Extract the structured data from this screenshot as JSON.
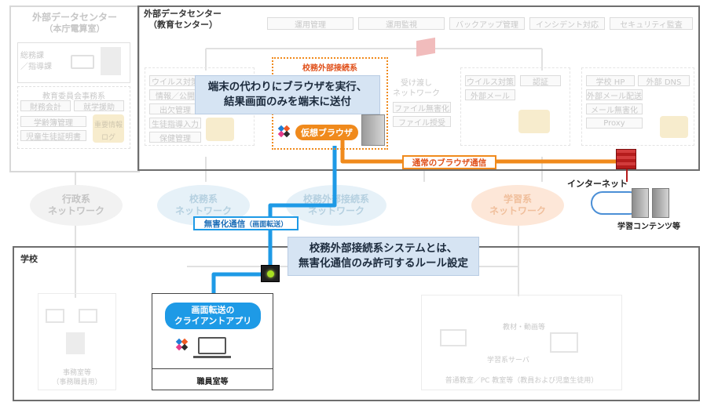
{
  "regions": {
    "main_dc": {
      "title": "外部データセンター",
      "subtitle": "（教育センター）"
    },
    "left_dc": {
      "title": "外部データセンター",
      "subtitle": "（本庁電算室）",
      "labels": [
        "総務課",
        "／指導課"
      ],
      "section_title": "教育委員会事務系",
      "boxes": [
        "財務会計",
        "就学援助",
        "学齢簿管理",
        "児童生徒証明書"
      ],
      "data_label": "重要情報",
      "log_label": "ログ"
    },
    "school": {
      "title": "学校"
    }
  },
  "header_items": [
    "運用管理",
    "運用監視",
    "バックアップ管理",
    "インシデント対応",
    "セキュリティ監査"
  ],
  "faded_boxes": {
    "admin": [
      "ウイルス対策",
      "情報／公開",
      "出欠管理",
      "生徒指導入力",
      "保健管理"
    ],
    "relay": [
      "ファイル無害化",
      "ファイル授受"
    ],
    "learning": [
      "ウイルス対策",
      "認証",
      "外部メール"
    ],
    "internet": [
      "学校 HP",
      "外部 DNS",
      "外部メール配送",
      "メール無害化",
      "Proxy"
    ]
  },
  "faded_labels": {
    "relay_net": "受け渡し\nネットワーク",
    "data": "重要情報",
    "log": "ログ"
  },
  "networks": [
    {
      "label": "行政系\nネットワーク",
      "color": "#bdbdbd"
    },
    {
      "label": "校務系\nネットワーク",
      "color": "#bcd8e8"
    },
    {
      "label": "校務外部接続系\nネットワーク",
      "color": "#bcd8e8"
    },
    {
      "label": "学習系\nネットワーク",
      "color": "#f6c7a4"
    }
  ],
  "highlight": {
    "system_label": "校務外部接続系",
    "virtual_browser": "仮想ブラウザ",
    "callout_top": "端末の代わりにブラウザを実行、\n結果画面のみを端末に送付",
    "callout_bottom": "校務外部接続系システムとは、\n無害化通信のみ許可するルール設定",
    "normal_traffic": "通常のブラウザ通信",
    "sanitized_traffic": "無害化通信",
    "sanitized_note": "（画面転送）",
    "internet": "インターネット",
    "learning_content": "学習コンテンツ等",
    "client_app": "画面転送の\nクライアントアプリ",
    "staff_room": "職員室等"
  },
  "school_faded": {
    "left_caption": "事務室等\n（事務職員用）",
    "right_caption": "普通教室／PC 教室等（教員および児童生徒用）",
    "labels": [
      "教材・動画等",
      "学習系サーバ"
    ]
  },
  "colors": {
    "orange": "#f08a1c",
    "blue": "#1e9ae6",
    "dark_blue": "#1f78c8",
    "frame": "#6e6e6e",
    "callout": "#d6e4f3"
  }
}
